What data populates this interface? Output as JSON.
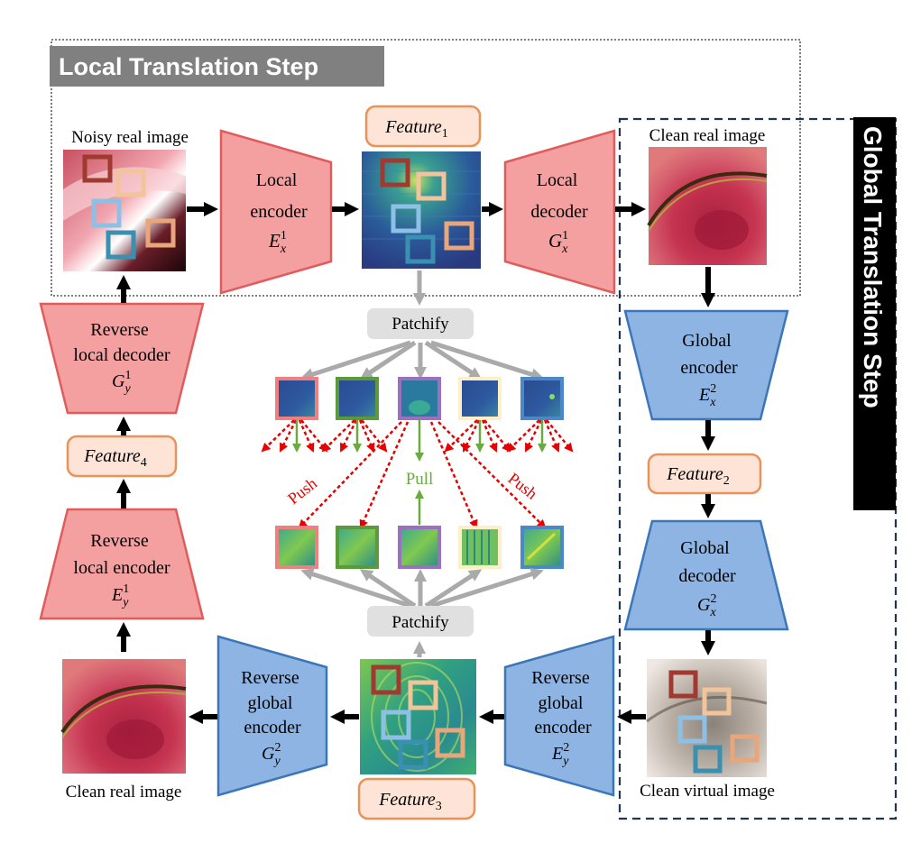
{
  "headers": {
    "local_step": "Local Translation Step",
    "global_step": "Global Translation Step"
  },
  "images": {
    "noisy_real": "Noisy real image",
    "clean_real_top": "Clean real image",
    "clean_real_bottom": "Clean real image",
    "clean_virtual": "Clean virtual image"
  },
  "blocks": {
    "local_encoder": {
      "line1": "Local",
      "line2": "encoder",
      "symbol": "E",
      "sub": "x",
      "sup": "1"
    },
    "local_decoder": {
      "line1": "Local",
      "line2": "decoder",
      "symbol": "G",
      "sub": "x",
      "sup": "1"
    },
    "global_encoder": {
      "line1": "Global",
      "line2": "encoder",
      "symbol": "E",
      "sub": "x",
      "sup": "2"
    },
    "global_decoder": {
      "line1": "Global",
      "line2": "decoder",
      "symbol": "G",
      "sub": "x",
      "sup": "2"
    },
    "rev_local_decoder": {
      "line1": "Reverse",
      "line2": "local decoder",
      "symbol": "G",
      "sub": "y",
      "sup": "1"
    },
    "rev_local_encoder": {
      "line1": "Reverse",
      "line2": "local encoder",
      "symbol": "E",
      "sub": "y",
      "sup": "1"
    },
    "rev_global_encoder_left": {
      "line1": "Reverse",
      "line2": "global",
      "line3": "encoder",
      "symbol": "G",
      "sub": "y",
      "sup": "2"
    },
    "rev_global_encoder_right": {
      "line1": "Reverse",
      "line2": "global",
      "line3": "encoder",
      "symbol": "E",
      "sub": "y",
      "sup": "2"
    }
  },
  "features": {
    "f1": {
      "name": "Feature",
      "sub": "1"
    },
    "f2": {
      "name": "Feature",
      "sub": "2"
    },
    "f3": {
      "name": "Feature",
      "sub": "3"
    },
    "f4": {
      "name": "Feature",
      "sub": "4"
    }
  },
  "patchify": {
    "top": "Patchify",
    "bottom": "Patchify"
  },
  "arrows": {
    "push_left": "Push",
    "pull": "Pull",
    "push_right": "Push"
  },
  "colors": {
    "local_block_fill": "#f4a0a0",
    "local_block_stroke": "#e05c5c",
    "global_block_fill": "#8db4e2",
    "global_block_stroke": "#3a76b8",
    "feature_fill": "#fde4d6",
    "feature_stroke": "#e8935a",
    "push": "#e60000",
    "pull": "#6aaa3f",
    "patch_borders": [
      "#f08080",
      "#5a9a3a",
      "#9a70c0",
      "#fdf0c8",
      "#4a88c8"
    ],
    "overlay_boxes": [
      "#a03a30",
      "#f2c49a",
      "#8ec0e6",
      "#e8a67a",
      "#3a90b0"
    ]
  }
}
